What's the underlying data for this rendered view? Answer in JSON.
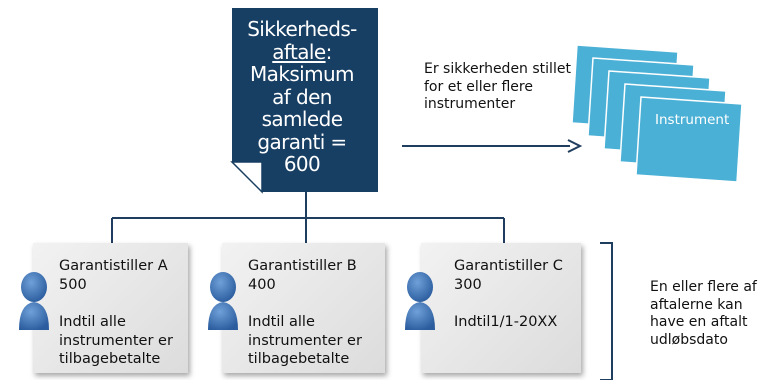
{
  "document": {
    "line1": "Sikkerheds-",
    "line2": "aftale",
    "line2_colon": ":",
    "line3": "Maksimum",
    "line4": "af den",
    "line5": "samlede",
    "line6": "garanti =",
    "line7": "600"
  },
  "arrow_label": "Er sikkerheden stillet for et eller flere instrumenter",
  "instrument_label": "Instrument",
  "guarantors": [
    {
      "name": "Garantistiller A",
      "amount": "500",
      "condition": "Indtil alle instrumenter er tilbagebetalte"
    },
    {
      "name": "Garantistiller B",
      "amount": "400",
      "condition": "Indtil alle instrumenter er tilbagebetalte"
    },
    {
      "name": "Garantistiller C",
      "amount": "300",
      "condition": "Indtil1/1-20XX"
    }
  ],
  "side_note": "En eller flere af aftalerne kan have en aftalt udløbsdato",
  "colors": {
    "document_fill": "#173e63",
    "instrument_fill": "#4bb0d6",
    "person_fill": "#3d72b5",
    "connector": "#1f3d5f"
  }
}
